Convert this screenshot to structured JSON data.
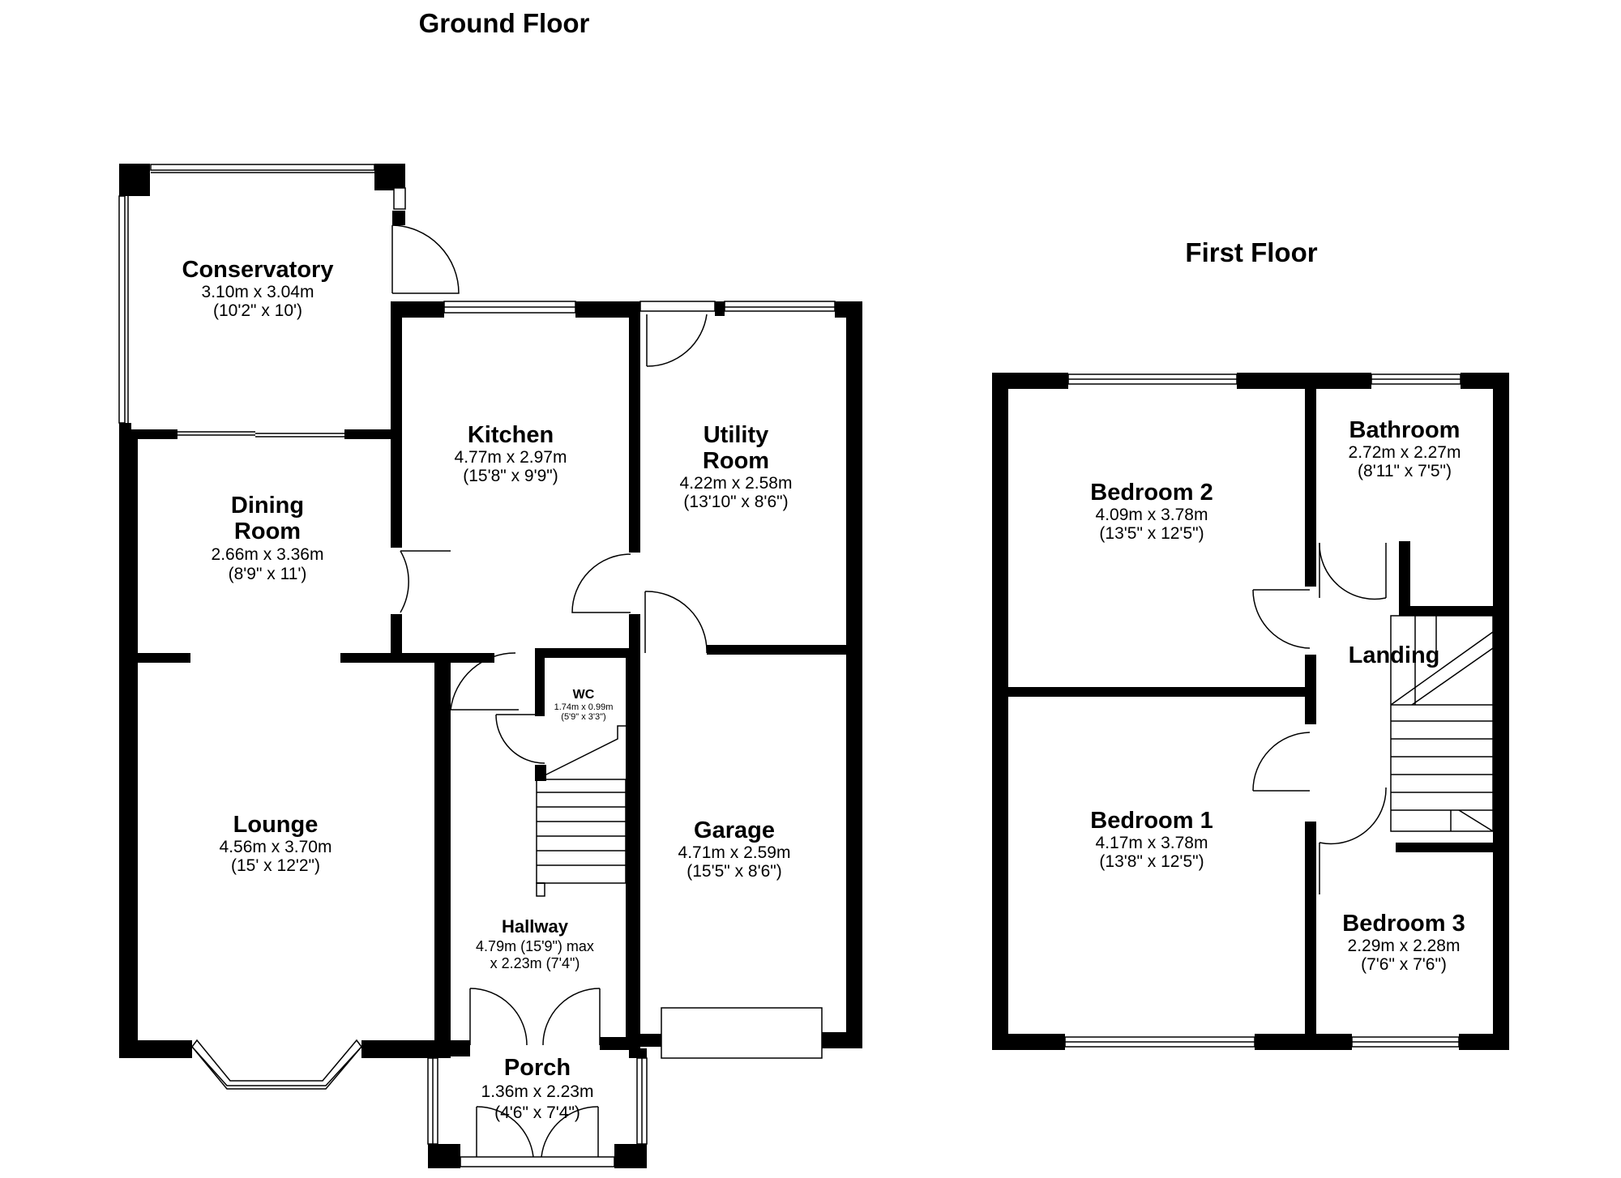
{
  "floors": [
    {
      "title": "Ground Floor"
    },
    {
      "title": "First Floor"
    }
  ],
  "rooms": {
    "conservatory": {
      "name": "Conservatory",
      "dims": "3.10m x 3.04m",
      "imperial": "(10'2\" x 10')"
    },
    "kitchen": {
      "name": "Kitchen",
      "dims": "4.77m x 2.97m",
      "imperial": "(15'8\" x 9'9\")"
    },
    "utility": {
      "name1": "Utility",
      "name2": "Room",
      "dims": "4.22m x 2.58m",
      "imperial": "(13'10\" x 8'6\")"
    },
    "dining": {
      "name1": "Dining",
      "name2": "Room",
      "dims": "2.66m x 3.36m",
      "imperial": "(8'9\" x 11')"
    },
    "wc": {
      "name": "WC",
      "dims": "1.74m x 0.99m",
      "imperial": "(5'9\" x 3'3\")"
    },
    "lounge": {
      "name": "Lounge",
      "dims": "4.56m x 3.70m",
      "imperial": "(15' x 12'2\")"
    },
    "garage": {
      "name": "Garage",
      "dims": "4.71m x 2.59m",
      "imperial": "(15'5\" x 8'6\")"
    },
    "hallway": {
      "name": "Hallway",
      "dims": "4.79m (15'9\") max",
      "imperial": "x 2.23m (7'4\")"
    },
    "porch": {
      "name": "Porch",
      "dims": "1.36m x 2.23m",
      "imperial": "(4'6\" x 7'4\")"
    },
    "bedroom2": {
      "name": "Bedroom 2",
      "dims": "4.09m x 3.78m",
      "imperial": "(13'5\" x 12'5\")"
    },
    "bathroom": {
      "name": "Bathroom",
      "dims": "2.72m x 2.27m",
      "imperial": "(8'11\" x 7'5\")"
    },
    "landing": {
      "name": "Landing"
    },
    "bedroom1": {
      "name": "Bedroom 1",
      "dims": "4.17m x 3.78m",
      "imperial": "(13'8\" x 12'5\")"
    },
    "bedroom3": {
      "name": "Bedroom 3",
      "dims": "2.29m x 2.28m",
      "imperial": "(7'6\" x 7'6\")"
    }
  }
}
